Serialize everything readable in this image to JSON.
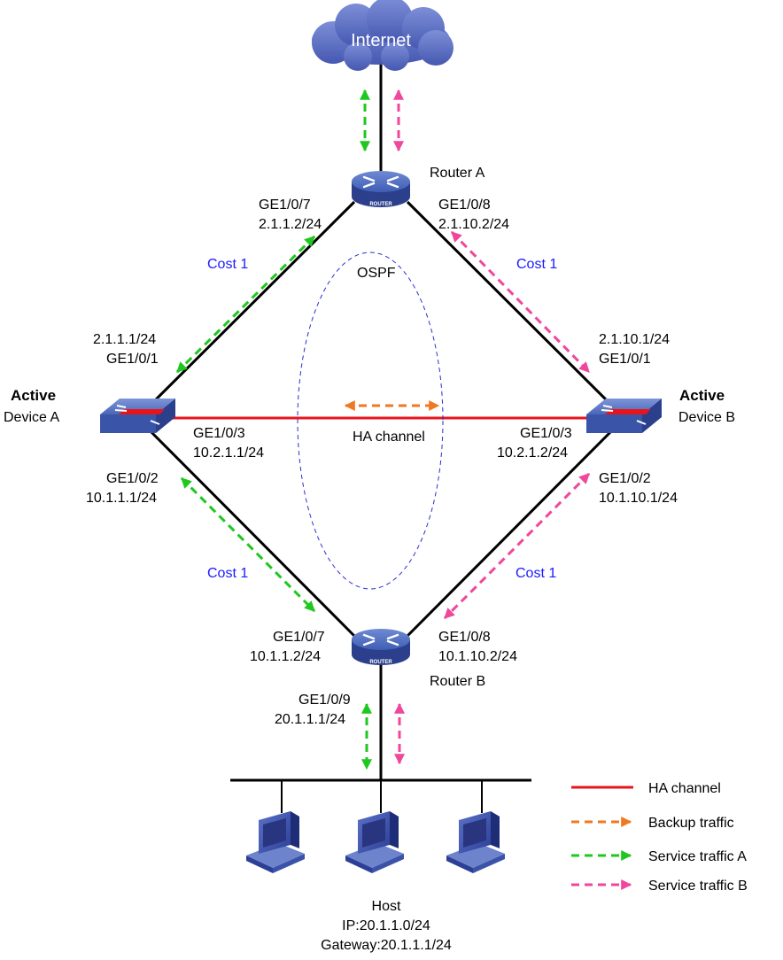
{
  "colors": {
    "link": "#000000",
    "ha_channel": "#e8141c",
    "backup": "#f07820",
    "service_a": "#1ec81e",
    "service_b": "#f0469b",
    "cost_text": "#1a1aff",
    "ospf_ellipse": "#2d2dd2",
    "device_blue": "#4a66b8"
  },
  "internet": {
    "label": "Internet"
  },
  "router_a": {
    "name": "Router A",
    "badge": "ROUTER",
    "left_if": "GE1/0/7",
    "left_ip": "2.1.1.2/24",
    "right_if": "GE1/0/8",
    "right_ip": "2.1.10.2/24"
  },
  "router_b": {
    "name": "Router B",
    "badge": "ROUTER",
    "left_if": "GE1/0/7",
    "left_ip": "10.1.1.2/24",
    "right_if": "GE1/0/8",
    "right_ip": "10.1.10.2/24",
    "down_if": "GE1/0/9",
    "down_ip": "20.1.1.1/24"
  },
  "device_a": {
    "state": "Active",
    "name": "Device A",
    "up_ip": "2.1.1.1/24",
    "up_if": "GE1/0/1",
    "ha_if": "GE1/0/3",
    "ha_ip": "10.2.1.1/24",
    "down_if": "GE1/0/2",
    "down_ip": "10.1.1.1/24"
  },
  "device_b": {
    "state": "Active",
    "name": "Device B",
    "up_ip": "2.1.10.1/24",
    "up_if": "GE1/0/1",
    "ha_if": "GE1/0/3",
    "ha_ip": "10.2.1.2/24",
    "down_if": "GE1/0/2",
    "down_ip": "10.1.10.1/24"
  },
  "costs": {
    "upper_left": "Cost 1",
    "upper_right": "Cost 1",
    "lower_left": "Cost 1",
    "lower_right": "Cost 1"
  },
  "ospf_label": "OSPF",
  "ha_channel_label": "HA channel",
  "host": {
    "name": "Host",
    "ip": "IP:20.1.1.0/24",
    "gateway": "Gateway:20.1.1.1/24"
  },
  "legend": [
    {
      "label": "HA channel",
      "style": "solid",
      "color": "#e8141c"
    },
    {
      "label": "Backup traffic",
      "style": "dashed",
      "color": "#f07820"
    },
    {
      "label": "Service traffic A",
      "style": "dashed",
      "color": "#1ec81e"
    },
    {
      "label": "Service traffic B",
      "style": "dashed",
      "color": "#f0469b"
    }
  ]
}
